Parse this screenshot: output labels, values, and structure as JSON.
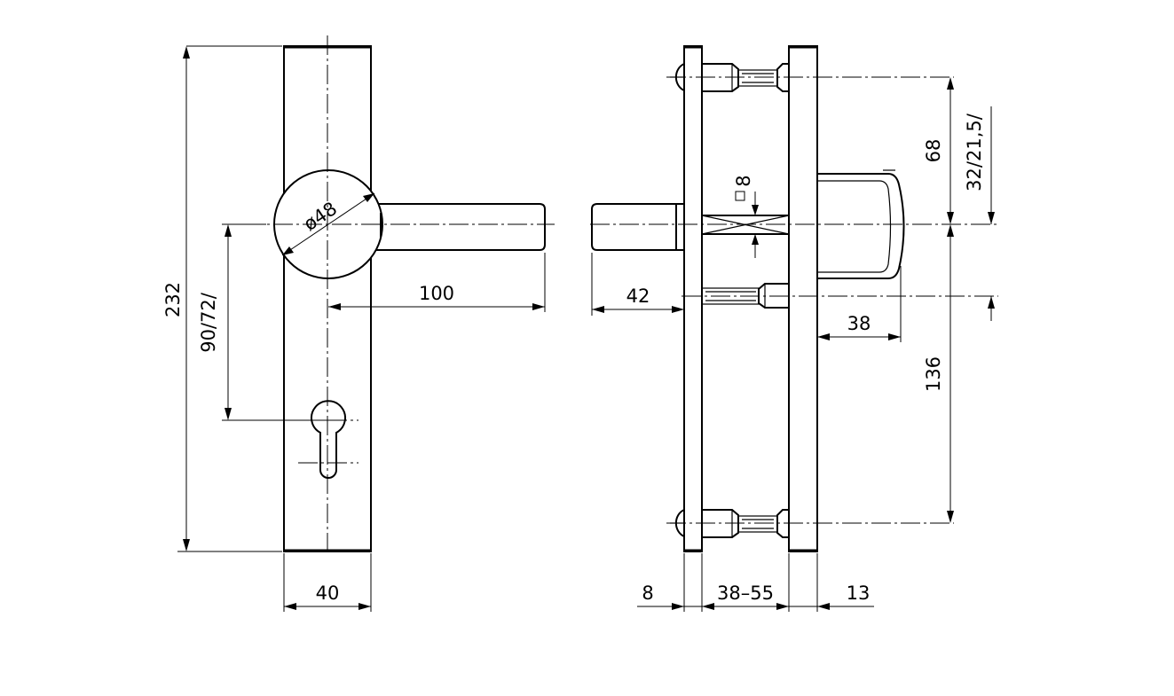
{
  "dimensions": {
    "plate_length": "232",
    "cylinder_distance": "90/72/",
    "rosette_diameter": "ø48",
    "lever_length": "100",
    "plate_width": "40",
    "spindle_projection": "42",
    "square_spindle": "8",
    "screw_spacing_upper": "68",
    "screw_spacing_lower": "136",
    "outer_offset": "32/21,5/",
    "cap_depth": "38",
    "left_plate_thickness": "8",
    "door_thickness": "38–55",
    "right_plate_thickness": "13"
  }
}
